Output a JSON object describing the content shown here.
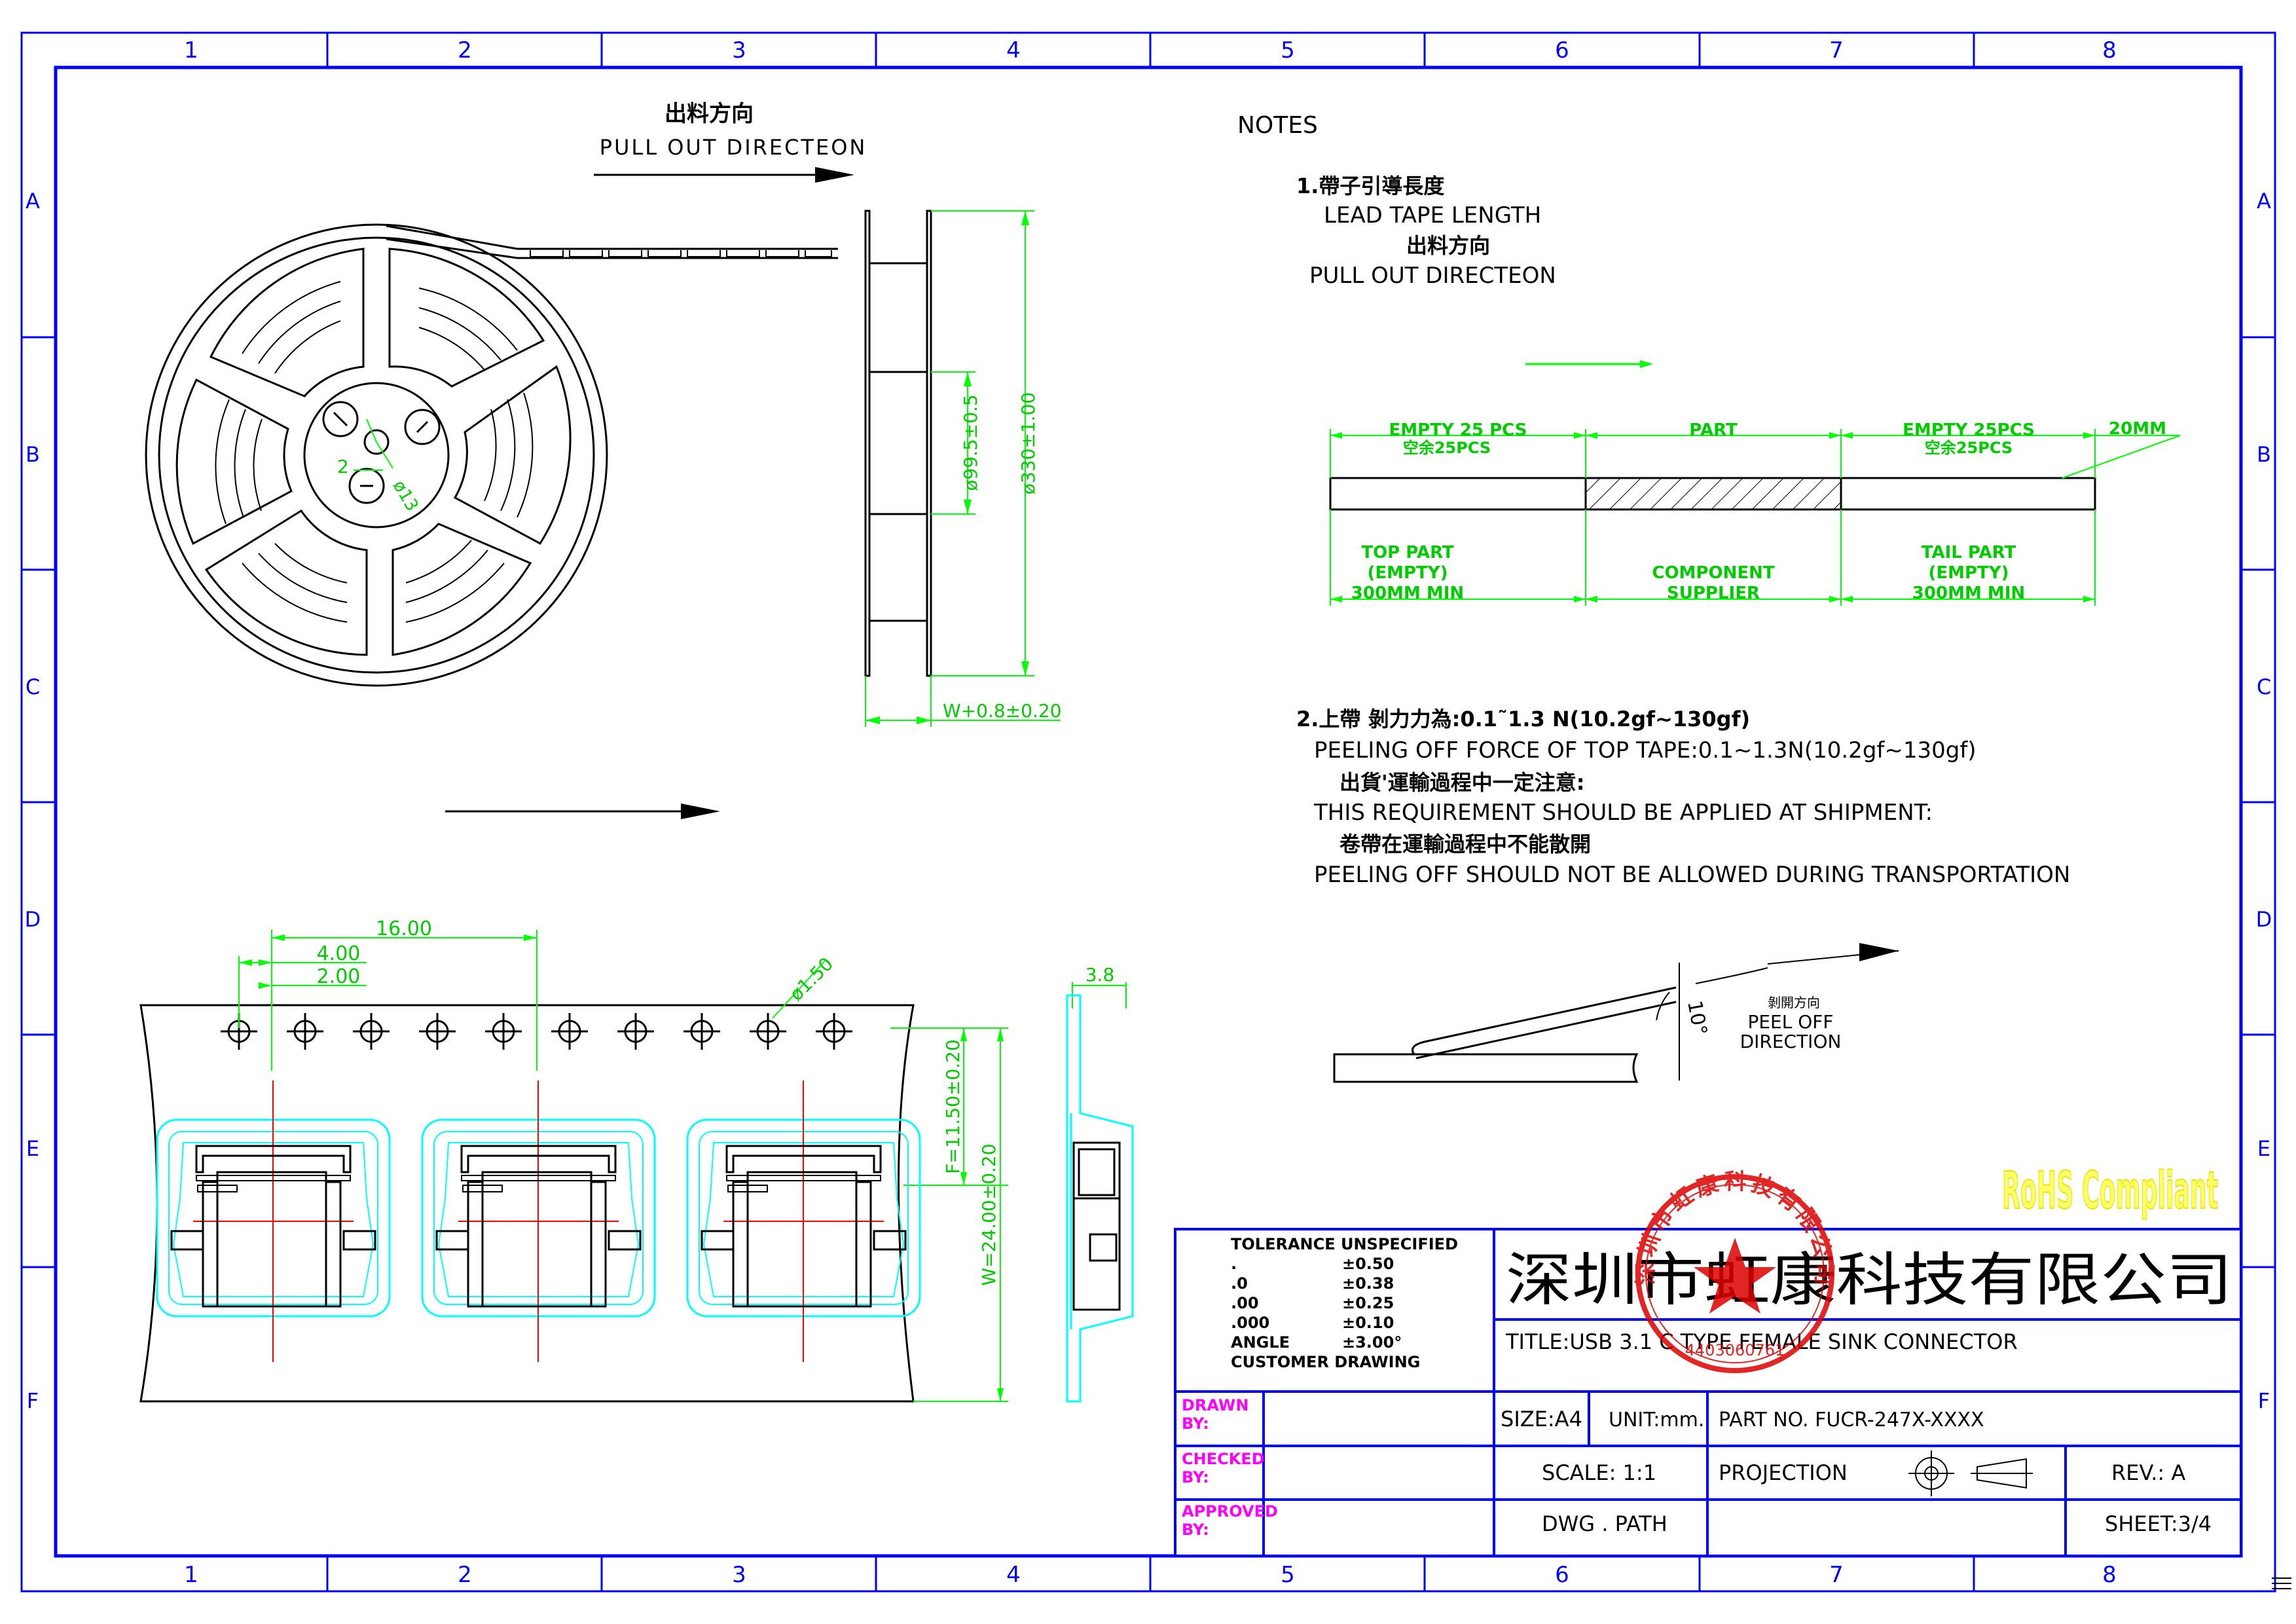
{
  "zone_columns": [
    "1",
    "2",
    "3",
    "4",
    "5",
    "6",
    "7",
    "8"
  ],
  "zone_rows": [
    "A",
    "B",
    "C",
    "D",
    "E",
    "F"
  ],
  "reel": {
    "title_cn": "出料方向",
    "title_en": "PULL OUT DIRECTEON",
    "hub_dim_1": "2",
    "hub_dim_2": "ø13",
    "hub_diameter": "ø99.5±0.5",
    "reel_diameter": "ø330±1.00",
    "width_dim": "W+0.8±0.20"
  },
  "notes": {
    "heading": "NOTES",
    "n1_cn": "1.帶子引導長度",
    "n1_en": "LEAD TAPE LENGTH",
    "n1_dir_cn": "出料方向",
    "n1_dir_en": "PULL OUT DIRECTEON",
    "n2_cn": "2.上帶  剝力力為:0.1˜1.3  N(10.2gf~130gf)",
    "n2_en": "PEELING OFF FORCE OF TOP TAPE:0.1~1.3N(10.2gf~130gf)",
    "n2_ship_cn": "出貨'運輸過程中一定注意:",
    "n2_ship_en": "THIS REQUIREMENT SHOULD BE APPLIED AT SHIPMENT:",
    "n2_trans_cn": "卷帶在運輸過程中不能散開",
    "n2_trans_en": "PEELING OFF SHOULD NOT BE ALLOWED DURING TRANSPORTATION"
  },
  "tape_layout": {
    "empty_head": "EMPTY 25 PCS",
    "empty_head_cn": "空余25PCS",
    "part": "PART",
    "empty_tail": "EMPTY 25PCS",
    "empty_tail_cn": "空余25PCS",
    "leader": "20MM",
    "top_part_1": "TOP PART",
    "top_part_2": "(EMPTY)",
    "top_part_3": "300MM MIN",
    "component_1": "COMPONENT",
    "component_2": "SUPPLIER",
    "tail_part_1": "TAIL PART",
    "tail_part_2": "(EMPTY)",
    "tail_part_3": "300MM MIN"
  },
  "peel": {
    "angle": "10°",
    "label_cn": "剝開方向",
    "label_en_1": "PEEL  OFF",
    "label_en_2": "DIRECTION"
  },
  "carrier_tape": {
    "pitch": "16.00",
    "p0": "4.00",
    "p2": "2.00",
    "hole_dia": "ø1.50",
    "f_dim": "F=11.50±0.20",
    "w_dim": "W=24.00±0.20",
    "thickness": "3.8"
  },
  "rohs": "RoHS Compliant",
  "title_block": {
    "tolerance_title": "TOLERANCE UNSPECIFIED",
    "tolerances": [
      {
        "label": ".",
        "value": "±0.50"
      },
      {
        "label": ".0",
        "value": "±0.38"
      },
      {
        "label": ".00",
        "value": "±0.25"
      },
      {
        "label": ".000",
        "value": "±0.10"
      },
      {
        "label": "ANGLE",
        "value": "±3.00°"
      }
    ],
    "customer_drawing": "CUSTOMER DRAWING",
    "company": "深圳市虹康科技有限公司",
    "title": "TITLE:USB 3.1 C TYPE FEMALE SINK CONNECTOR",
    "drawn_1": "DRAWN",
    "drawn_2": "BY:",
    "checked_1": "CHECKED",
    "checked_2": "BY:",
    "approved_1": "APPROVED",
    "approved_2": "BY:",
    "size": "SIZE:A4",
    "unit": "UNIT:mm.",
    "part_no": "PART NO. FUCR-247X-XXXX",
    "scale": "SCALE: 1:1",
    "projection": "PROJECTION",
    "rev": "REV.: A",
    "dwg_path": "DWG . PATH",
    "sheet": "SHEET:3/4"
  },
  "stamp": {
    "ring_text": "深圳市虹康科技有限公司",
    "number": "4403060761"
  },
  "colors": {
    "frame": "#0000ff",
    "dimension": "#00ff00",
    "pocket": "#00ffff",
    "centerline": "#ff0000",
    "label_magenta": "#ff00ff",
    "rohs_yellow": "#ffff00",
    "stamp_red": "#dd0000"
  }
}
